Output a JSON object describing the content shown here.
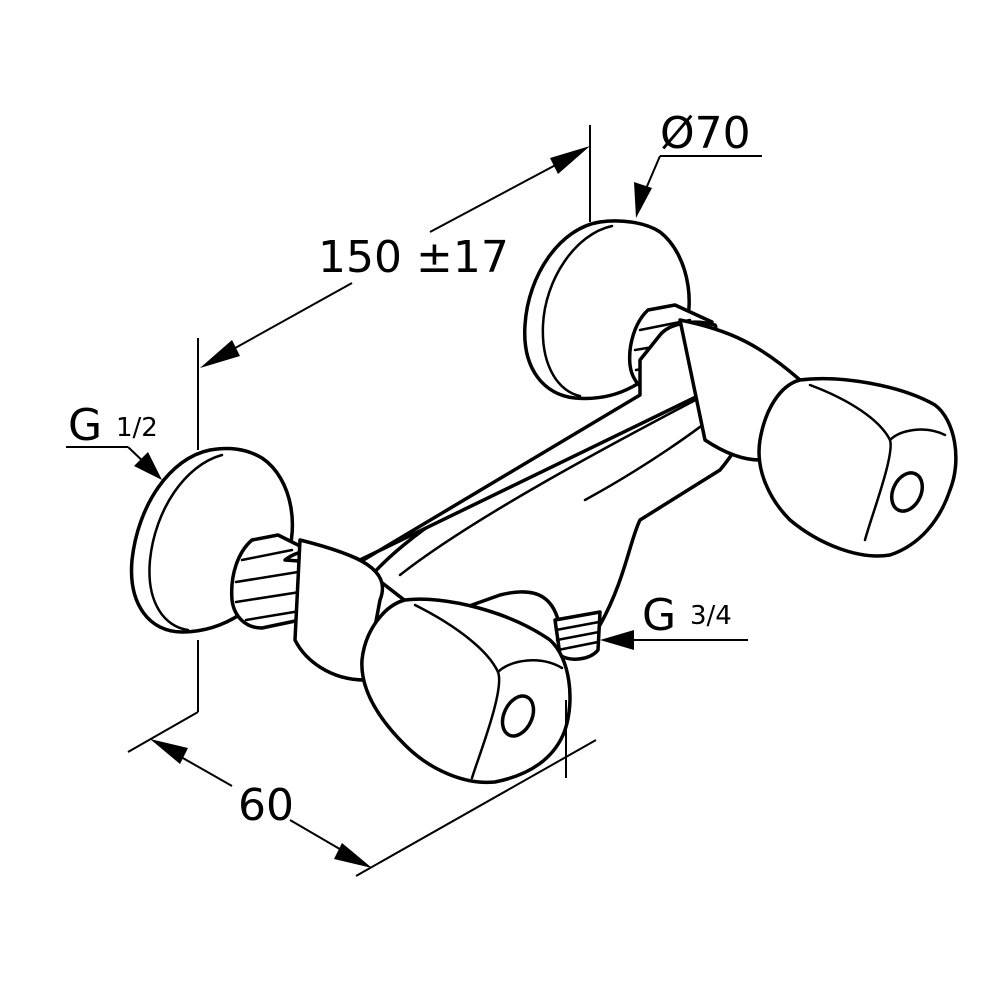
{
  "dimensions": {
    "center_distance": "150 ±17",
    "rosette_diameter": "Ø70",
    "depth": "60",
    "inlet_thread_main": "G",
    "inlet_thread_frac": "1/2",
    "outlet_thread_main": "G",
    "outlet_thread_frac": "3/4"
  }
}
